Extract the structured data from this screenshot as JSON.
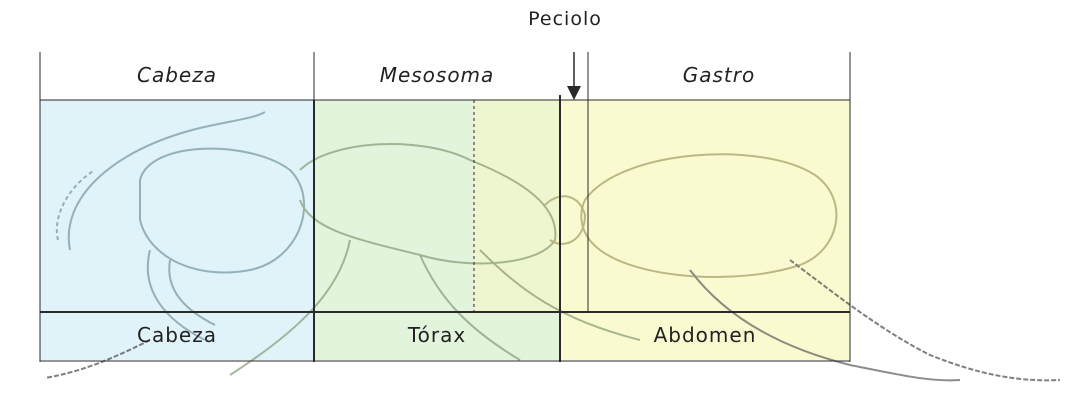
{
  "diagram": {
    "top_label": "Peciolo",
    "upper_segments": [
      "Cabeza",
      "Mesosoma",
      "Gastro"
    ],
    "lower_segments": [
      "Cabeza",
      "Tórax",
      "Abdomen"
    ],
    "colors": {
      "head_region": "#dff3f8",
      "thorax_region": "#e3f4dd",
      "mesosoma_overlap": "#eef6cf",
      "abdomen_region": "#fafad0",
      "line": "#2a2a2a",
      "drawing": "#8a9a6a"
    }
  }
}
